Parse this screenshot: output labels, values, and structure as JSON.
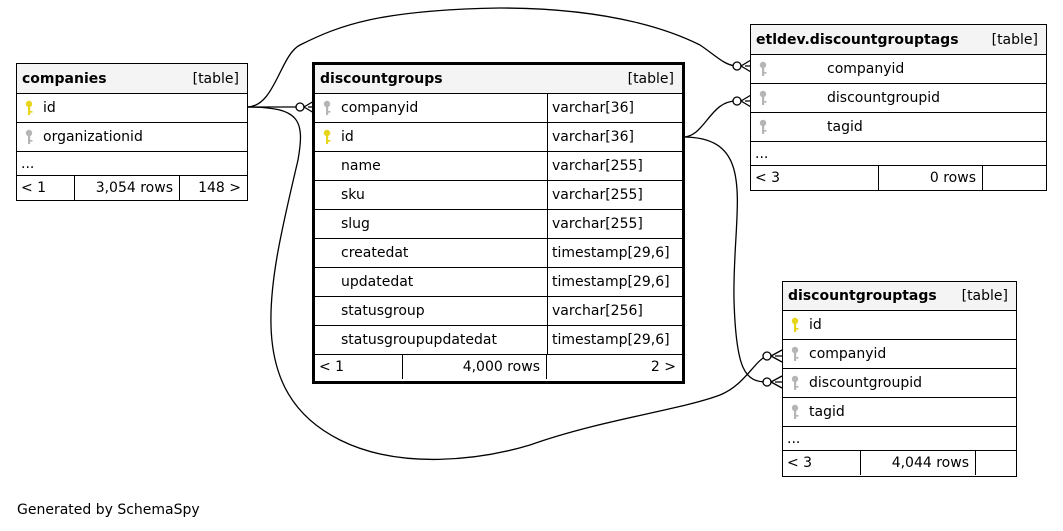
{
  "caption": "Generated by SchemaSpy",
  "colors": {
    "primary_key": "#e6d51a",
    "foreign_key": "#b5b5b5",
    "header_bg": "#f4f4f4"
  },
  "tables": {
    "companies": {
      "name": "companies",
      "kind": "[table]",
      "columns": [
        {
          "name": "id",
          "key": "primary"
        },
        {
          "name": "organizationid",
          "key": "foreign"
        }
      ],
      "more": "...",
      "footer": {
        "prev": "< 1",
        "rows": "3,054 rows",
        "next": "148 >"
      }
    },
    "discountgroups": {
      "name": "discountgroups",
      "kind": "[table]",
      "columns": [
        {
          "name": "companyid",
          "type": "varchar[36]",
          "key": "foreign"
        },
        {
          "name": "id",
          "type": "varchar[36]",
          "key": "primary"
        },
        {
          "name": "name",
          "type": "varchar[255]",
          "key": "none"
        },
        {
          "name": "sku",
          "type": "varchar[255]",
          "key": "none"
        },
        {
          "name": "slug",
          "type": "varchar[255]",
          "key": "none"
        },
        {
          "name": "createdat",
          "type": "timestamp[29,6]",
          "key": "none"
        },
        {
          "name": "updatedat",
          "type": "timestamp[29,6]",
          "key": "none"
        },
        {
          "name": "statusgroup",
          "type": "varchar[256]",
          "key": "none"
        },
        {
          "name": "statusgroupupdatedat",
          "type": "timestamp[29,6]",
          "key": "none"
        }
      ],
      "footer": {
        "prev": "< 1",
        "rows": "4,000 rows",
        "next": "2 >"
      }
    },
    "etldev_discountgrouptags": {
      "name": "etldev.discountgrouptags",
      "kind": "[table]",
      "columns": [
        {
          "name": "companyid",
          "key": "foreign"
        },
        {
          "name": "discountgroupid",
          "key": "foreign"
        },
        {
          "name": "tagid",
          "key": "foreign"
        }
      ],
      "more": "...",
      "footer": {
        "prev": "< 3",
        "rows": "0 rows",
        "next": ""
      }
    },
    "discountgrouptags": {
      "name": "discountgrouptags",
      "kind": "[table]",
      "columns": [
        {
          "name": "id",
          "key": "primary"
        },
        {
          "name": "companyid",
          "key": "foreign"
        },
        {
          "name": "discountgroupid",
          "key": "foreign"
        },
        {
          "name": "tagid",
          "key": "foreign"
        }
      ],
      "more": "...",
      "footer": {
        "prev": "< 3",
        "rows": "4,044 rows",
        "next": ""
      }
    }
  }
}
